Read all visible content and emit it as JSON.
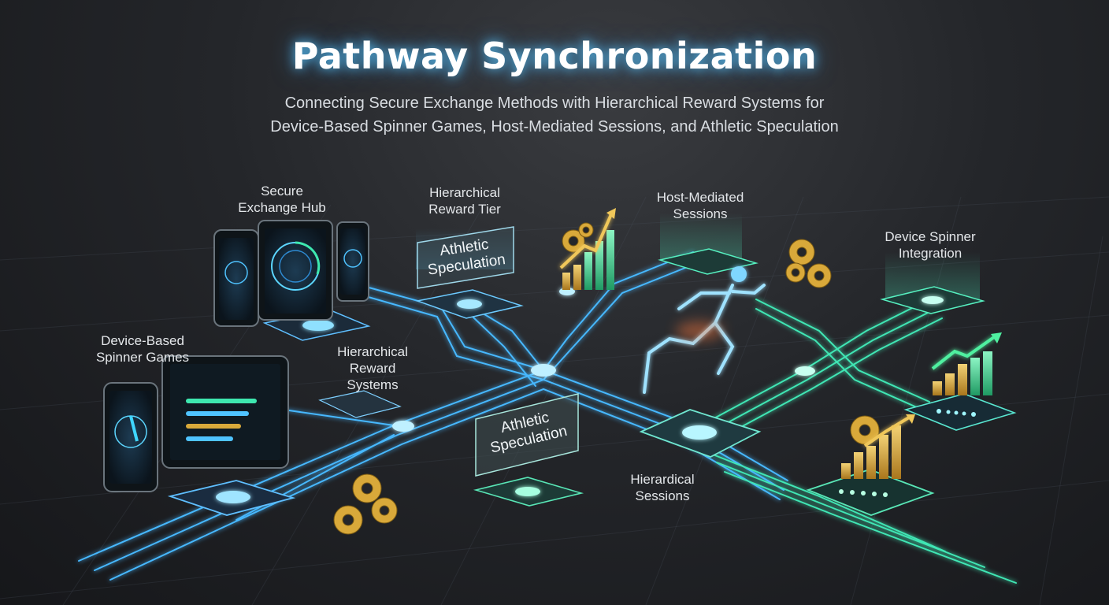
{
  "title": "Pathway Synchronization",
  "subtitle": {
    "line1": "Connecting Secure Exchange Methods with Hierarchical Reward Systems for",
    "line2": "Device-Based Spinner Games, Host-Mediated Sessions, and Athletic Speculation"
  },
  "labels": {
    "secure_exchange_hub": [
      "Secure",
      "Exchange Hub"
    ],
    "hierarchical_reward_tier": [
      "Hierarchical",
      "Reward Tier"
    ],
    "host_mediated_sessions": [
      "Host-Mediated",
      "Sessions"
    ],
    "device_spinner_integration": [
      "Device Spinner",
      "Integration"
    ],
    "device_based_spinner_games": [
      "Device-Based",
      "Spinner Games"
    ],
    "hierarchical_reward_systems": [
      "Hierarchical",
      "Reward",
      "Systems"
    ],
    "hierardical_sessions": [
      "Hierardical",
      "Sessions"
    ]
  },
  "cards": {
    "athletic_speculation_top": [
      "Athletic",
      "Speculation"
    ],
    "athletic_speculation_bottom": [
      "Athletic",
      "Speculation"
    ]
  },
  "colors": {
    "blue_glow": "#4fc3ff",
    "teal_glow": "#3ee8b0",
    "green_bar": "#3fd28a",
    "gold": "#d9a93a"
  }
}
